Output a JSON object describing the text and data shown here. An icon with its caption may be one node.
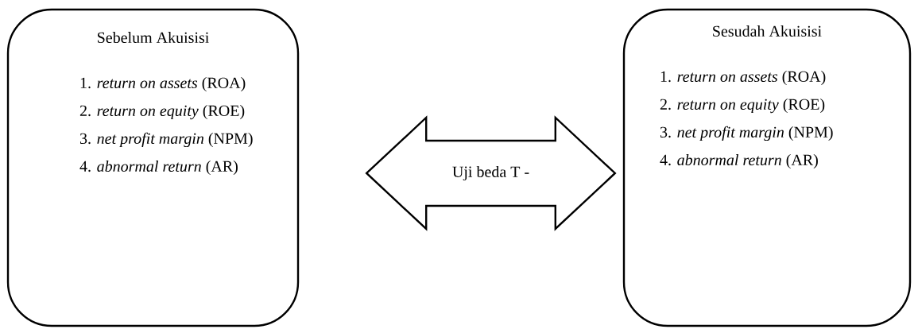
{
  "diagram": {
    "nodes": [
      {
        "text": [
          "Sebelum Akuisisi",
          "1. *return on assets* (ROA)",
          "2. *return on equity* (ROE)",
          "3. *net profit margin* (NPM)",
          "4. *abnormal return* (AR)"
        ]
      },
      {
        "text": [
          "Sesudah Akuisisi",
          "1. *return on assets* (ROA)",
          "2. *return on equity* (ROE)",
          "3. *net profit margin* (NPM)",
          "4. *abnormal return* (AR)"
        ]
      }
    ],
    "edges": [
      {
        "from": 0,
        "to": 1,
        "arrow": "both",
        "label": "Uji beda T -"
      }
    ]
  }
}
